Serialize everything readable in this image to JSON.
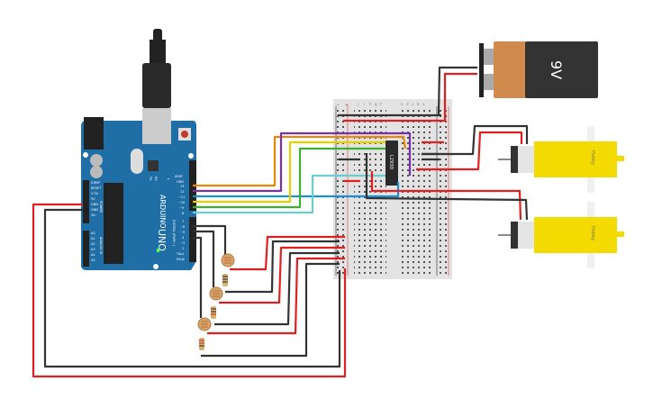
{
  "arduino": {
    "brand": "ARDUINO",
    "model": "UNO",
    "digital_header_title": "DIGITAL (PWM~)",
    "power_header_title": "POWER",
    "analog_header_title": "ANALOG IN",
    "digital_pins": [
      "AREF",
      "GND",
      "13",
      "12",
      "~11",
      "~10",
      "~9",
      "8",
      "7",
      "~6",
      "~5",
      "4",
      "~3",
      "2",
      "TX▸1",
      "RX◂0"
    ],
    "power_pins": [
      "IOREF",
      "RESET",
      "3.3V",
      "5V",
      "GND",
      "GND",
      "Vin"
    ],
    "analog_pins": [
      "A0",
      "A1",
      "A2",
      "A3",
      "A4",
      "A5"
    ],
    "led_labels": [
      "TX",
      "RX",
      "L"
    ]
  },
  "breadboard": {
    "column_letters_left": [
      "j",
      "i",
      "h",
      "g",
      "f"
    ],
    "column_letters_right": [
      "e",
      "d",
      "c",
      "b",
      "a"
    ],
    "rail_minus": "−",
    "rail_plus": "+"
  },
  "ic": {
    "label": "L293D"
  },
  "battery": {
    "label": "9V",
    "colors": {
      "cap": "#d08a4e",
      "body": "#333333"
    }
  },
  "motors": [
    {
      "label": "Hobby"
    },
    {
      "label": "Hobby"
    }
  ],
  "wire_colors": {
    "red": "#e02020",
    "black": "#333333",
    "orange": "#e8890c",
    "purple": "#7a2fa8",
    "blue": "#1a90d0",
    "yellow": "#e8d000",
    "green": "#3cb030",
    "cyan": "#6ccdd0"
  }
}
